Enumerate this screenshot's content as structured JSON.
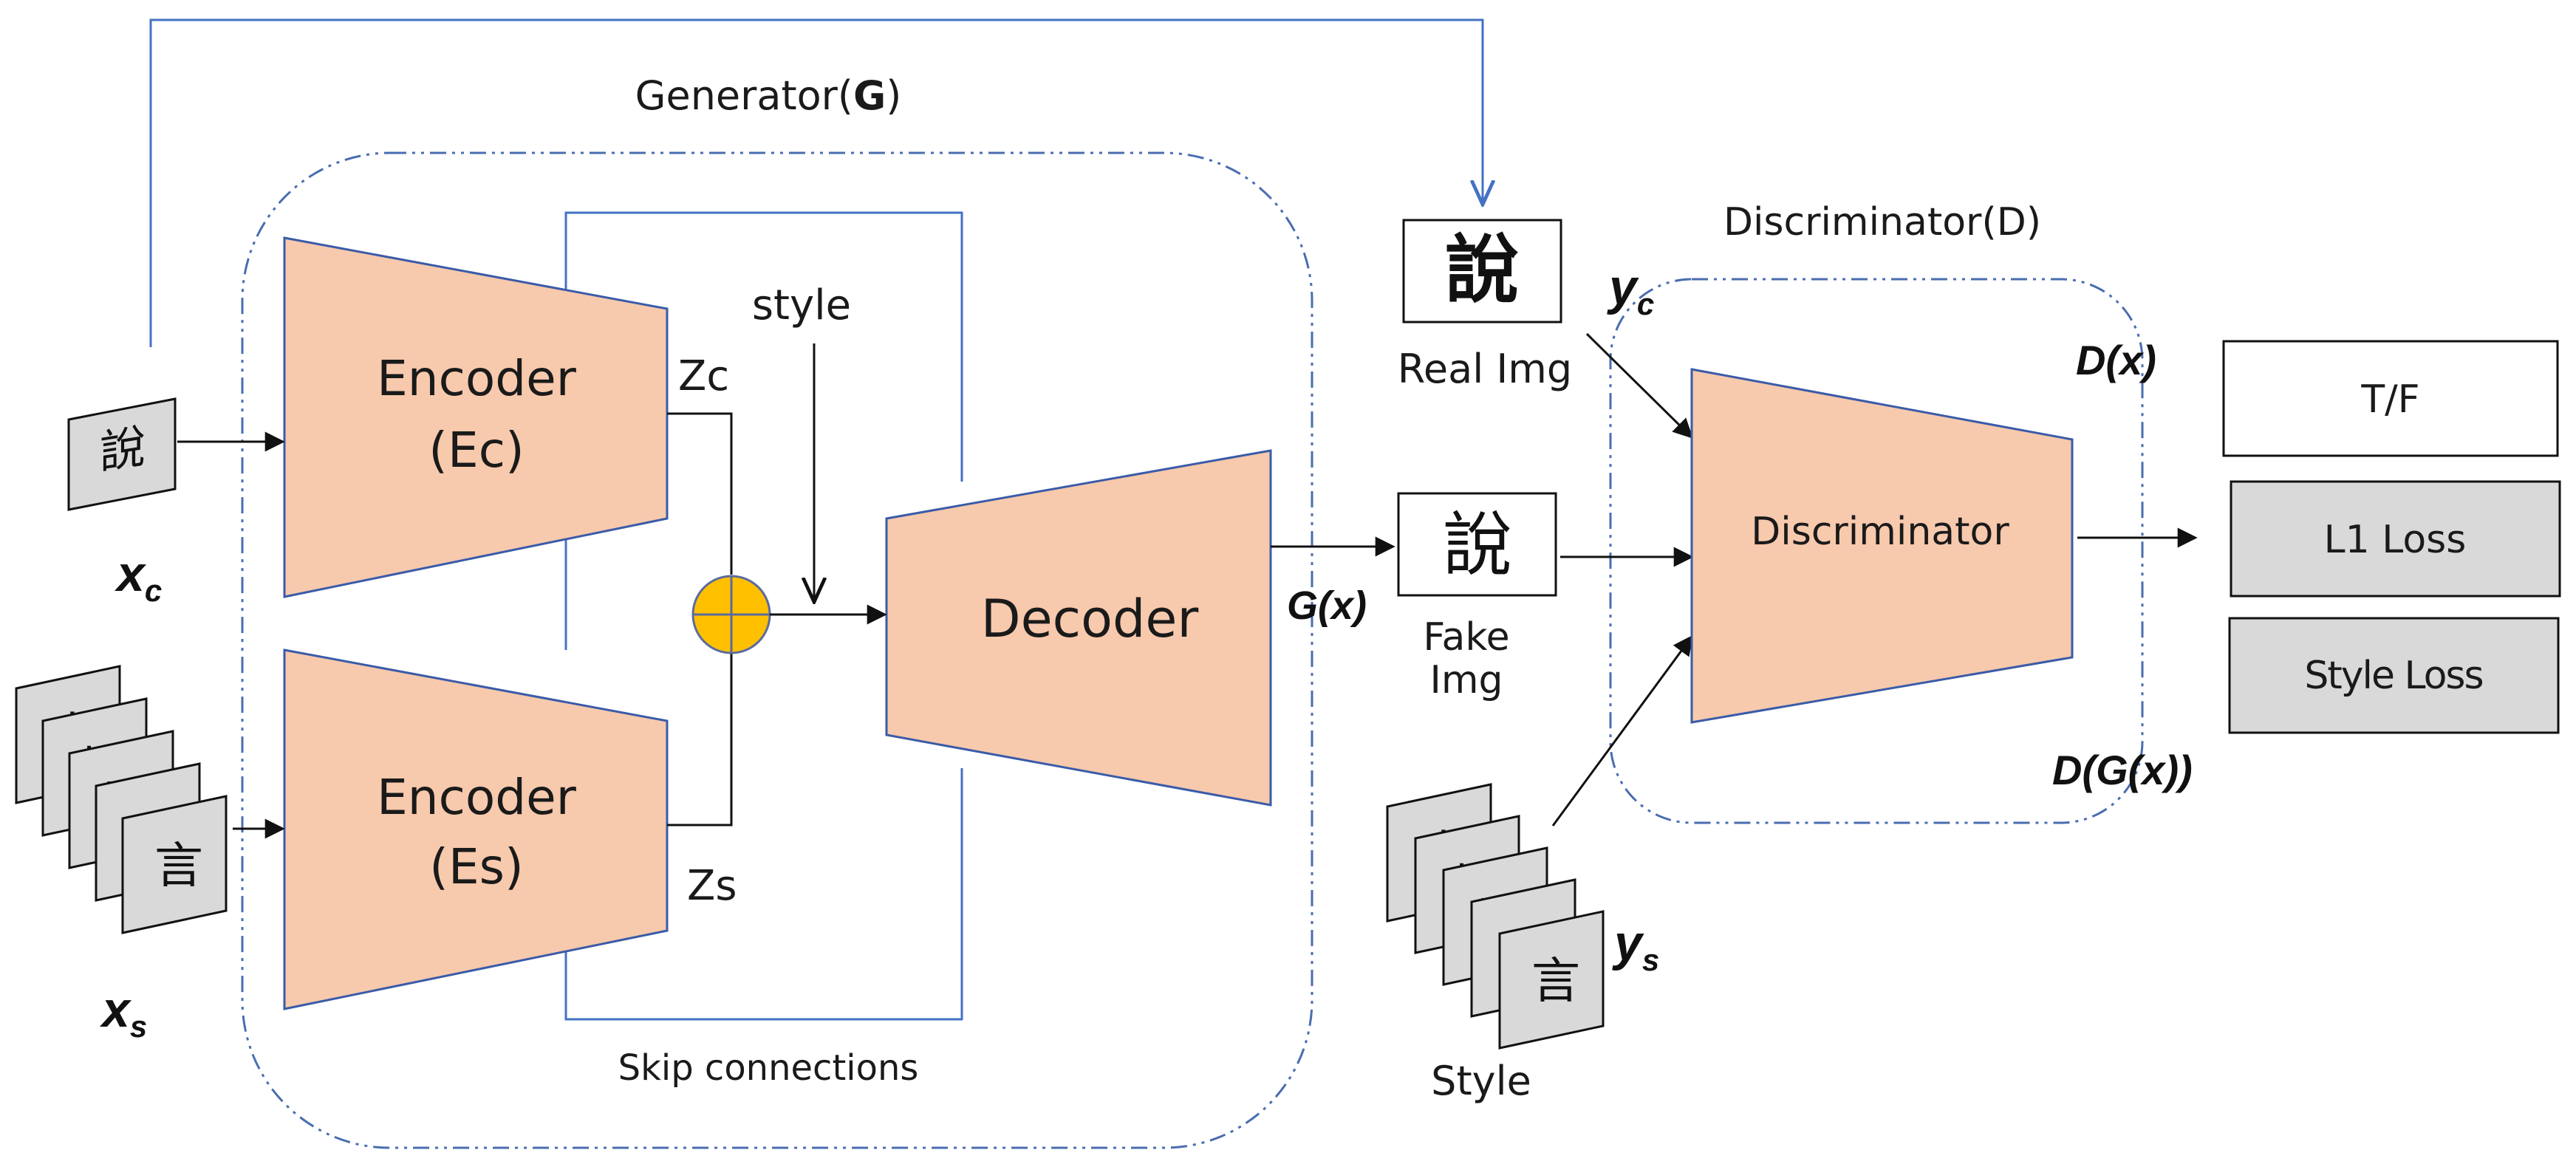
{
  "generator": {
    "title_prefix": "Generator(",
    "title_bold": "G",
    "title_suffix": ")",
    "encoder_c": {
      "line1": "Encoder",
      "line2": "(Ec)"
    },
    "encoder_s": {
      "line1": "Encoder",
      "line2": "(Es)"
    },
    "decoder": "Decoder",
    "zc": "Zc",
    "zs": "Zs",
    "style_input": "style",
    "skip_connections": "Skip connections",
    "output_label": "G(x)"
  },
  "inputs": {
    "xc": {
      "base": "x",
      "sub": "c"
    },
    "xs": {
      "base": "x",
      "sub": "s"
    },
    "glyph_main": "說",
    "style_glyphs": [
      "丨",
      "儿",
      "口",
      "八",
      "言"
    ]
  },
  "discriminator": {
    "title": "Discriminator(D)",
    "block": "Discriminator",
    "dx": "D(x)",
    "dgx": "D(G(x))",
    "yc": {
      "base": "y",
      "sub": "c"
    },
    "ys": {
      "base": "y",
      "sub": "s"
    },
    "real_img": {
      "glyph": "說",
      "label": "Real Img"
    },
    "fake_img": {
      "glyph": "說",
      "line1": "Fake",
      "line2": "Img"
    },
    "style_label": "Style"
  },
  "outputs": {
    "tf": "T/F",
    "l1": "L1 Loss",
    "style_loss": "Style Loss"
  },
  "colors": {
    "trapezoid_fill": "#f7c9ad",
    "trapezoid_stroke": "#3a5ba8",
    "line_blue": "#4472c4",
    "dashed_border": "#4a6db0",
    "sum_node": "#ffc000",
    "loss_box_gray": "#d9d9d9"
  }
}
